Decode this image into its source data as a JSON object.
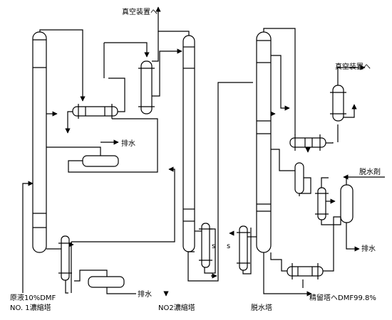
{
  "labels": {
    "vacuum_top": "真空装置へ",
    "vacuum_right": "真空装置へ",
    "drain_upper": "排水",
    "drain_lower": "排水",
    "drain_right": "排水",
    "dehydrating_agent": "脱水剤",
    "feed": "原液10%DMF",
    "column_no1": "NO. 1濃縮塔",
    "column_no2": "NO2濃縮塔",
    "column_dehydration": "脱水塔",
    "product": "精留塔へDMF99.8%",
    "steam_1": "s",
    "steam_2": "s"
  }
}
